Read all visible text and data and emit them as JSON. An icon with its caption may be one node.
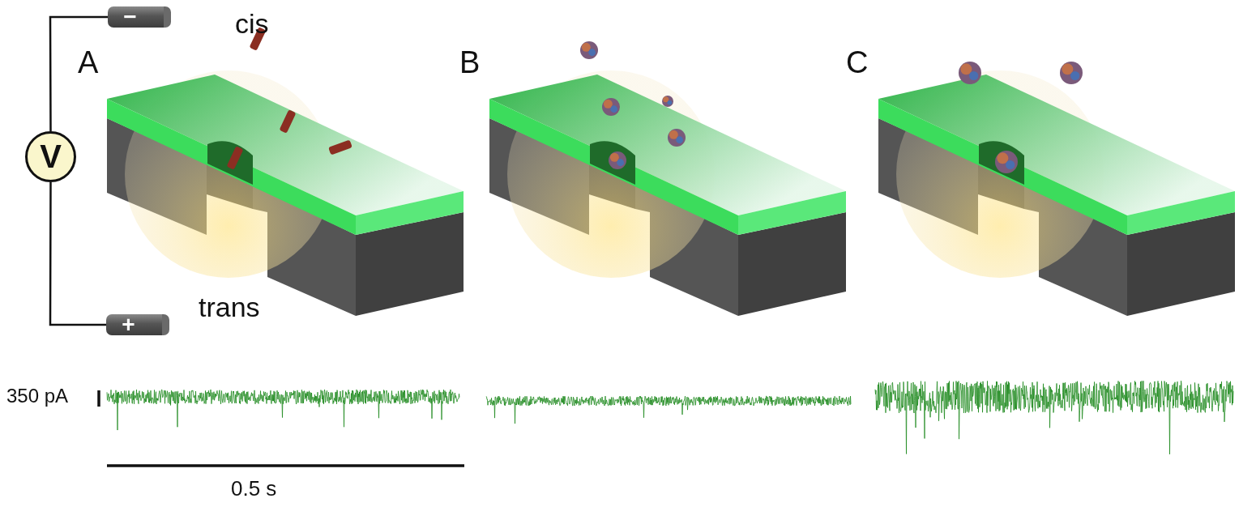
{
  "diagram": {
    "nodes": [
      {
        "text": [
          "−"
        ]
      },
      {
        "text": [
          "V"
        ]
      },
      {
        "text": [
          "+"
        ]
      }
    ],
    "edges": [
      {
        "from": 0,
        "to": 1,
        "arrow": "none"
      },
      {
        "from": 1,
        "to": 2,
        "arrow": "none"
      }
    ],
    "labels": [
      "cis",
      "A",
      "B",
      "C",
      "trans",
      "350 pA",
      "0.5 s"
    ]
  }
}
